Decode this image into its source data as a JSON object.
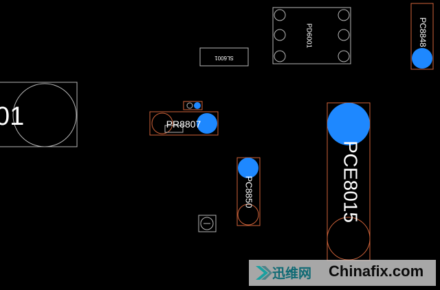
{
  "view": {
    "background": "#000000",
    "colors": {
      "outline": "#b9b9b9",
      "outline_selected": "#d2643a",
      "pad_fill": "#1e88ff",
      "label": "#ffffff"
    }
  },
  "components": {
    "pd6001": {
      "ref": "PD6001"
    },
    "sl6001": {
      "ref": "SL6001"
    },
    "pc8848": {
      "ref": "PC8848"
    },
    "partial_left": {
      "ref": "01"
    },
    "pr8807": {
      "ref": "PR8807"
    },
    "pce8015": {
      "ref": "PCE8015"
    },
    "pc8850": {
      "ref": "PC8850"
    }
  },
  "watermark": {
    "site_cn": "迅维网",
    "site_en": "Chinafix.com",
    "logo_icon": "chevron-logo-icon"
  }
}
